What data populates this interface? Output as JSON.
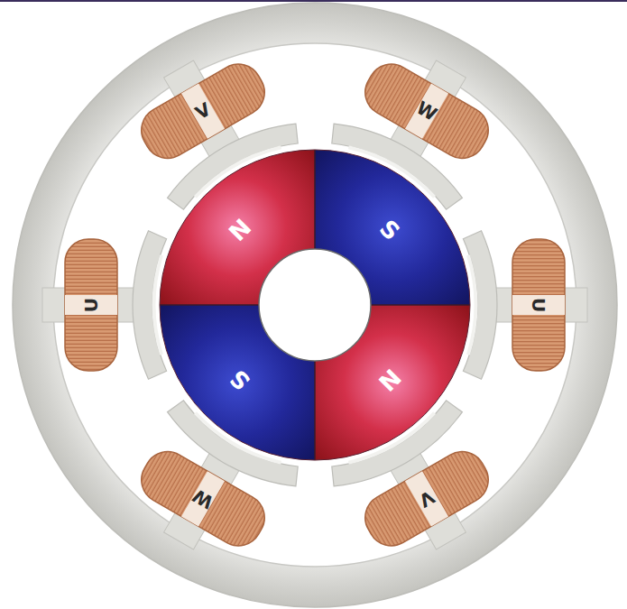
{
  "diagram": {
    "labels": [
      "V",
      "W",
      "N",
      "S",
      "U",
      "U",
      "S",
      "N",
      "W",
      "V"
    ]
  }
}
